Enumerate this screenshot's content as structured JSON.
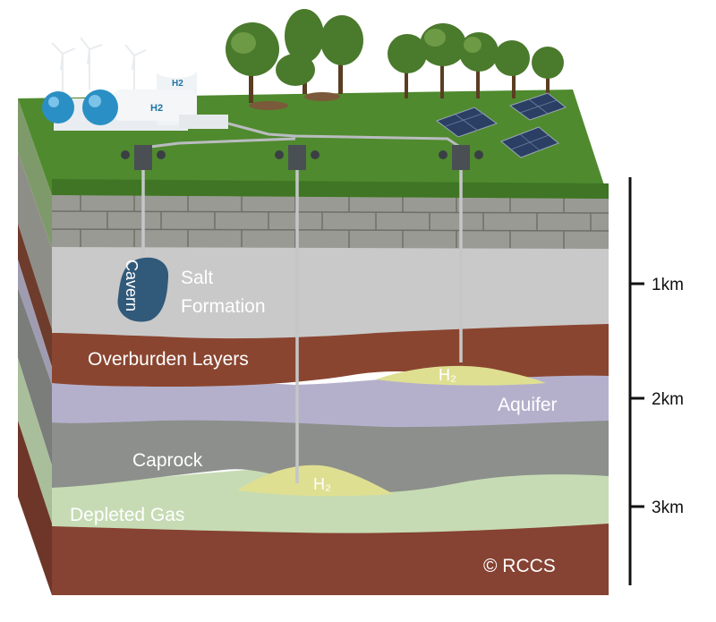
{
  "diagram": {
    "layers": {
      "salt_formation_line1": "Salt",
      "salt_formation_line2": "Formation",
      "overburden": "Overburden Layers",
      "aquifer": "Aquifer",
      "caprock": "Caprock",
      "depleted_gas": "Depleted Gas"
    },
    "cavern": "Cavern",
    "h2_markers": {
      "aquifer_h2": "H₂",
      "gas_h2": "H₂"
    },
    "facility_tank_label": "H2",
    "facility_tower_label": "H2",
    "copyright": "© RCCS",
    "depth_scale": [
      "1km",
      "2km",
      "3km"
    ],
    "colors": {
      "grass": "#4f8a2e",
      "stone": "#9a9a94",
      "salt": "#c9c9c9",
      "overburden": "#8a4530",
      "aquifer": "#b4b0cc",
      "caprock": "#8c8f8b",
      "depleted_gas": "#c6dbb4",
      "bottom_rock": "#864232",
      "hydrogen": "#dfdf92",
      "tank": "#2a8fc4"
    }
  }
}
